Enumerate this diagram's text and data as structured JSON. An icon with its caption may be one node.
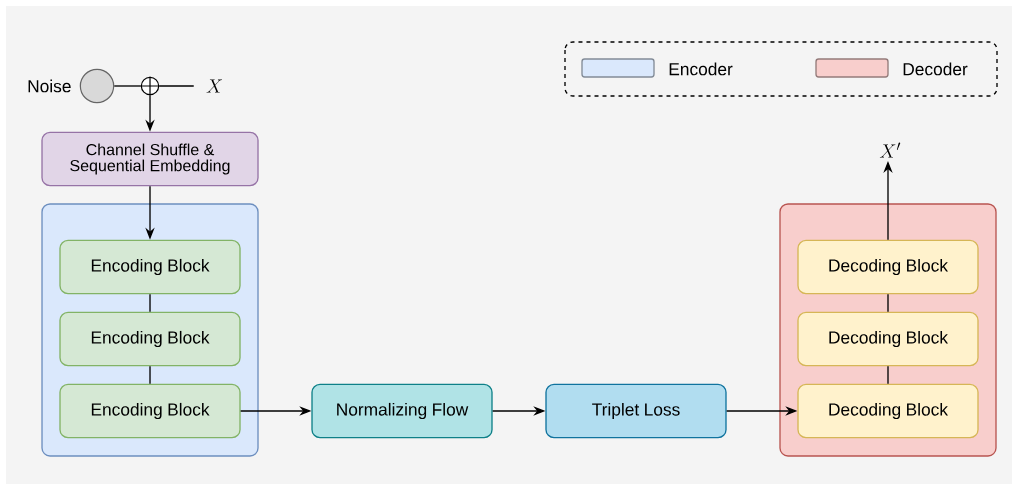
{
  "diagram": {
    "nodes": [
      {
        "text": [],
        "shape": "circle",
        "beside": [
          "Noise"
        ]
      },
      {
        "text": [],
        "shape": "circle"
      },
      {
        "text": [
          "X"
        ]
      },
      {
        "text": [
          "Channel Shuffle & Sequential Embedding"
        ]
      },
      {
        "text": [],
        "shape": "box"
      },
      {
        "text": [
          "Encoding Block"
        ],
        "in": 4
      },
      {
        "text": [
          "Encoding Block"
        ],
        "in": 4
      },
      {
        "text": [
          "Encoding Block"
        ],
        "in": 4
      },
      {
        "text": [
          "Normalizing Flow"
        ]
      },
      {
        "text": [
          "Triplet Loss"
        ]
      },
      {
        "text": [],
        "shape": "box"
      },
      {
        "text": [
          "Decoding Block"
        ],
        "in": 10
      },
      {
        "text": [
          "Decoding Block"
        ],
        "in": 10
      },
      {
        "text": [
          "Decoding Block"
        ],
        "in": 10
      },
      {
        "text": [
          "X'"
        ]
      }
    ],
    "edges": [
      {
        "from": 0,
        "to": 1,
        "arrow": "none"
      },
      {
        "from": 1,
        "to": 2,
        "arrow": "none"
      },
      {
        "from": 1,
        "to": 3,
        "arrow": "to"
      },
      {
        "from": 3,
        "to": 5,
        "arrow": "to"
      },
      {
        "from": 5,
        "to": 6,
        "arrow": "none"
      },
      {
        "from": 6,
        "to": 7,
        "arrow": "none"
      },
      {
        "from": 7,
        "to": 8,
        "arrow": "to"
      },
      {
        "from": 8,
        "to": 9,
        "arrow": "to"
      },
      {
        "from": 9,
        "to": 13,
        "arrow": "to"
      },
      {
        "from": 13,
        "to": 12,
        "arrow": "none"
      },
      {
        "from": 12,
        "to": 11,
        "arrow": "none"
      },
      {
        "from": 11,
        "to": 14,
        "arrow": "to"
      }
    ],
    "legend": [
      {
        "text": "Encoder",
        "color": "#dae8fc"
      },
      {
        "text": "Decoder",
        "color": "#f8cecc"
      }
    ]
  }
}
